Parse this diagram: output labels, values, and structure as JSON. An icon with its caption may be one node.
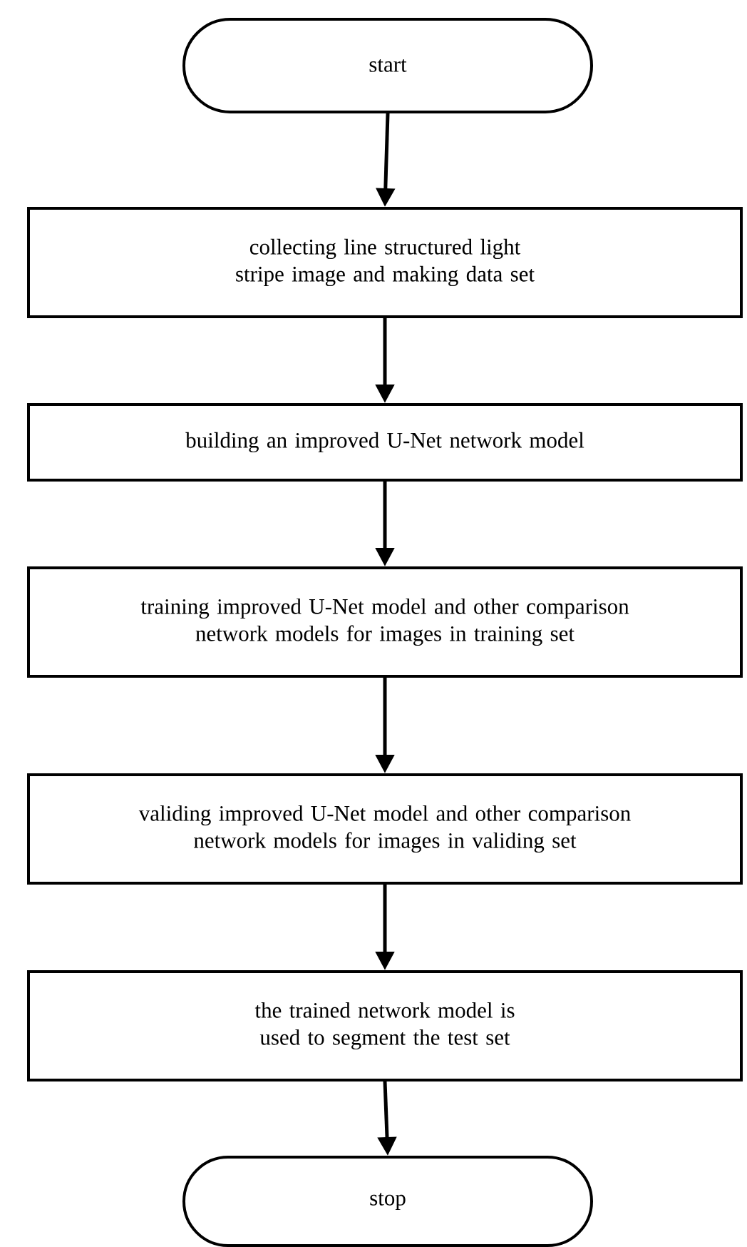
{
  "diagram": {
    "nodes": [
      {
        "text": [
          "start"
        ]
      },
      {
        "text": [
          "collecting line structured light stripe image and making data set"
        ]
      },
      {
        "text": [
          "building an improved U-Net network model"
        ]
      },
      {
        "text": [
          "training improved U-Net model and other comparison network models for images in training set"
        ]
      },
      {
        "text": [
          "validing improved U-Net model and other comparison network models for images in validing set"
        ]
      },
      {
        "text": [
          "the trained network model is used to segment the test set"
        ]
      },
      {
        "text": [
          "stop"
        ]
      }
    ],
    "edges": [
      {
        "from": 0,
        "to": 1,
        "arrow": "to"
      },
      {
        "from": 1,
        "to": 2,
        "arrow": "to"
      },
      {
        "from": 2,
        "to": 3,
        "arrow": "to"
      },
      {
        "from": 3,
        "to": 4,
        "arrow": "to"
      },
      {
        "from": 4,
        "to": 5,
        "arrow": "to"
      },
      {
        "from": 5,
        "to": 6,
        "arrow": "to"
      }
    ]
  }
}
